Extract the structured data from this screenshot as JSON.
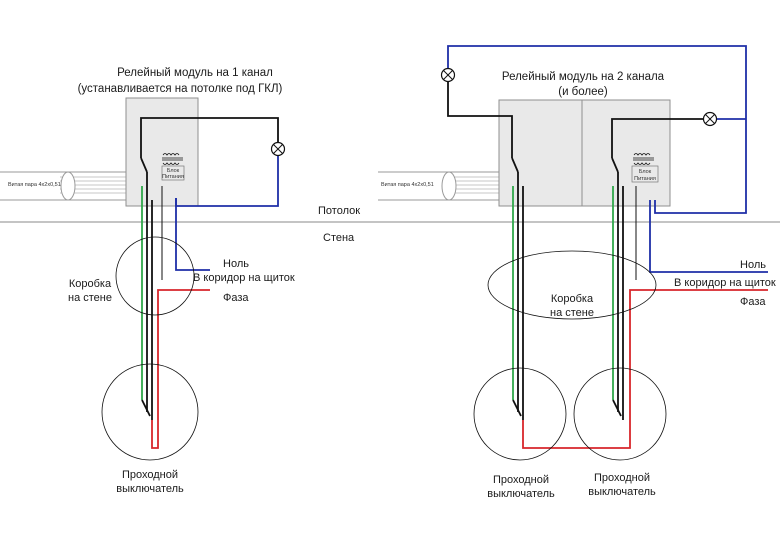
{
  "diagram_left": {
    "module_title": "Релейный модуль на 1 канал",
    "module_subtitle": "(устанавливается на потолке под ГКЛ)",
    "twisted_pair_label": "Витая пара 4х2х0,51",
    "psu_label_line1": "Блок",
    "psu_label_line2": "Питания",
    "box_label_line1": "Коробка",
    "box_label_line2": "на стене",
    "neutral_label": "Ноль",
    "corridor_label": "В коридор на щиток",
    "phase_label": "Фаза",
    "switch_label_line1": "Проходной",
    "switch_label_line2": "выключатель"
  },
  "ceiling_label": "Потолок",
  "wall_label": "Стена",
  "diagram_right": {
    "module_title": "Релейный модуль на 2 канала",
    "module_subtitle": "(и более)",
    "twisted_pair_label": "Витая пара 4х2х0,51",
    "psu_label_line1": "Блок",
    "psu_label_line2": "Питания",
    "box_label_line1": "Коробка",
    "box_label_line2": "на стене",
    "neutral_label": "Ноль",
    "corridor_label": "В коридор на щиток",
    "phase_label": "Фаза",
    "switch1_label_line1": "Проходной",
    "switch1_label_line2": "выключатель",
    "switch2_label_line1": "Проходной",
    "switch2_label_line2": "выключатель"
  },
  "colors": {
    "neutral_wire": "#1f2fa8",
    "phase_wire": "#d8262b",
    "signal_wire": "#2fa84a",
    "common_wire": "#111111",
    "module_fill": "#e9e9e9"
  }
}
